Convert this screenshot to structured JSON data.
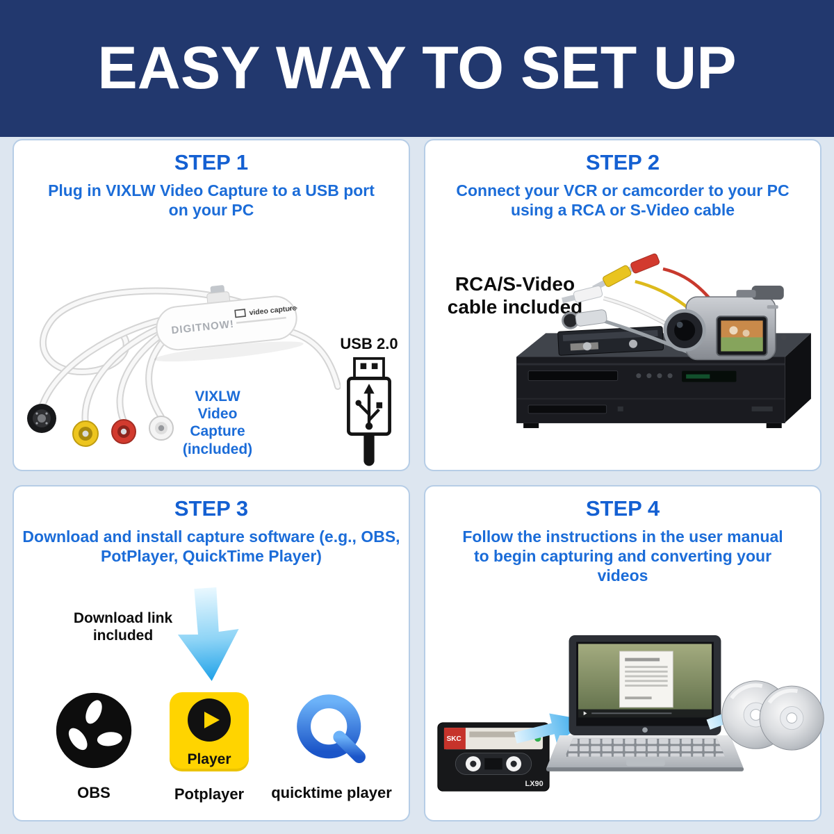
{
  "header": {
    "title": "EASY WAY TO SET UP"
  },
  "colors": {
    "banner_navy": "#22386e",
    "accent_blue": "#1b6cd8",
    "text_black": "#0c0c0c",
    "potplayer_yellow": "#ffd400",
    "arrow_blue": "#2aa7eb"
  },
  "steps": {
    "step1": {
      "title": "STEP 1",
      "description": "Plug in VIXLW Video Capture to a USB port on your PC",
      "device": {
        "brand": "DIGITNOW!",
        "badge": "video capture"
      },
      "usb_label": "USB 2.0",
      "caption_lines": [
        "VIXLW",
        "Video",
        "Capture",
        "(included)"
      ]
    },
    "step2": {
      "title": "STEP 2",
      "description": "Connect your VCR or camcorder to your PC using a RCA or S-Video cable",
      "annotation_lines": [
        "RCA/S-Video",
        "cable included"
      ]
    },
    "step3": {
      "title": "STEP 3",
      "description": "Download and install capture software (e.g., OBS, PotPlayer, QuickTime Player)",
      "annotation_lines": [
        "Download link",
        "included"
      ],
      "apps": [
        {
          "label": "OBS"
        },
        {
          "label": "Potplayer",
          "badge": "Player"
        },
        {
          "label": "quicktime player"
        }
      ]
    },
    "step4": {
      "title": "STEP 4",
      "description": "Follow the instructions in the user manual to begin capturing and converting your videos",
      "cassette": {
        "brand": "SKC",
        "model": "LX90"
      }
    }
  }
}
